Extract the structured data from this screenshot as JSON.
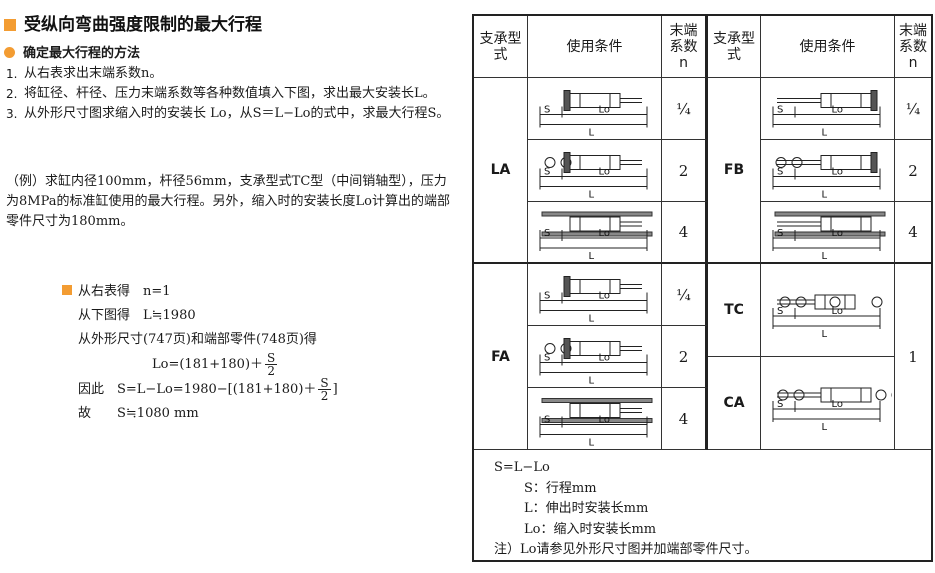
{
  "title": "受纵向弯曲强度限制的最大行程",
  "subtitle": "确定最大行程的方法",
  "steps": [
    {
      "n": "1.",
      "text": "从右表求出末端系数n。"
    },
    {
      "n": "2.",
      "text": "将缸径、杆径、压力末端系数等各种数值填入下图，求出最大安装长L。"
    },
    {
      "n": "3.",
      "text": "从外形尺寸图求缩入时的安装长 Lo，从S＝L−Lo的式中，求最大行程S。"
    }
  ],
  "example": "（例）求缸内径100mm，杆径56mm，支承型式TC型（中间销轴型），压力为8MPa的标准缸使用的最大行程。另外，缩入时的安装长度Lo计算出的端部零件尺寸为180mm。",
  "calc": {
    "line1": "从右表得　n=1",
    "line2": "从下图得　L≒1980",
    "line3": "从外形尺寸(747页)和端部零件(748页)得",
    "line4_pre": "Lo=(181+180)＋",
    "frac_num": "S",
    "frac_den": "2",
    "line5_pre": "因此　S=L−Lo=1980−[(181+180)＋",
    "line5_post": "]",
    "line6": "故　　S≒1080 mm"
  },
  "table": {
    "headers": {
      "mount": "支承型式",
      "cond": "使用条件",
      "coef": "末端系数n"
    },
    "codes": {
      "LA": "LA",
      "FA": "FA",
      "FB": "FB",
      "TC": "TC",
      "CA": "CA"
    },
    "coef_left": [
      "¼",
      "2",
      "4",
      "¼",
      "2",
      "4"
    ],
    "coef_right": [
      "¼",
      "2",
      "4",
      "1"
    ],
    "diagram_labels": {
      "s": "S",
      "lo": "Lo",
      "l": "L"
    },
    "notes": {
      "formula": "S=L−Lo",
      "s": "S：行程mm",
      "l": "L：伸出时安装长mm",
      "lo": "Lo：缩入时安装长mm",
      "note": "注）Lo请参见外形尺寸图并加端部零件尺寸。"
    }
  }
}
